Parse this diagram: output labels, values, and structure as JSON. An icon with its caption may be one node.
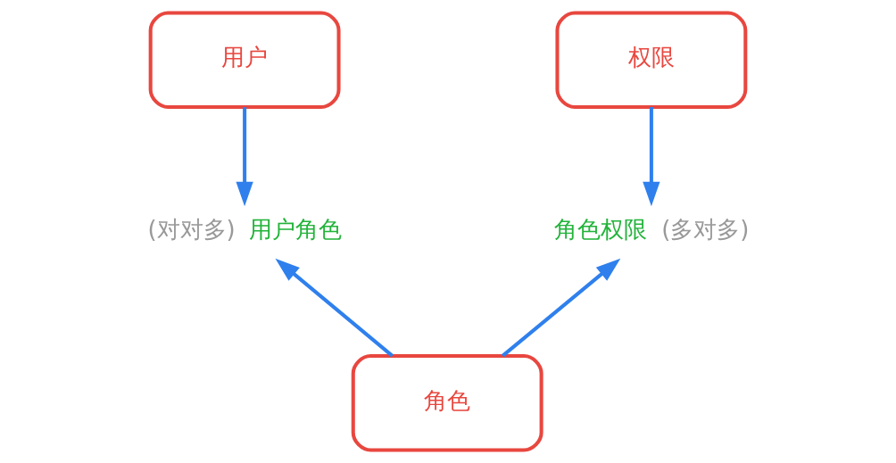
{
  "diagram": {
    "nodes": [
      {
        "text": [
          "用户"
        ]
      },
      {
        "text": [
          "权限"
        ]
      },
      {
        "text": [
          "用户角色"
        ],
        "beside": [
          "(对对多)"
        ]
      },
      {
        "text": [
          "角色权限"
        ],
        "beside": [
          "(多对多)"
        ]
      },
      {
        "text": [
          "角色"
        ]
      }
    ],
    "edges": [
      {
        "from": 0,
        "to": 2,
        "arrow": "to"
      },
      {
        "from": 1,
        "to": 3,
        "arrow": "to"
      },
      {
        "from": 4,
        "to": 2,
        "arrow": "to"
      },
      {
        "from": 4,
        "to": 3,
        "arrow": "to"
      }
    ]
  }
}
